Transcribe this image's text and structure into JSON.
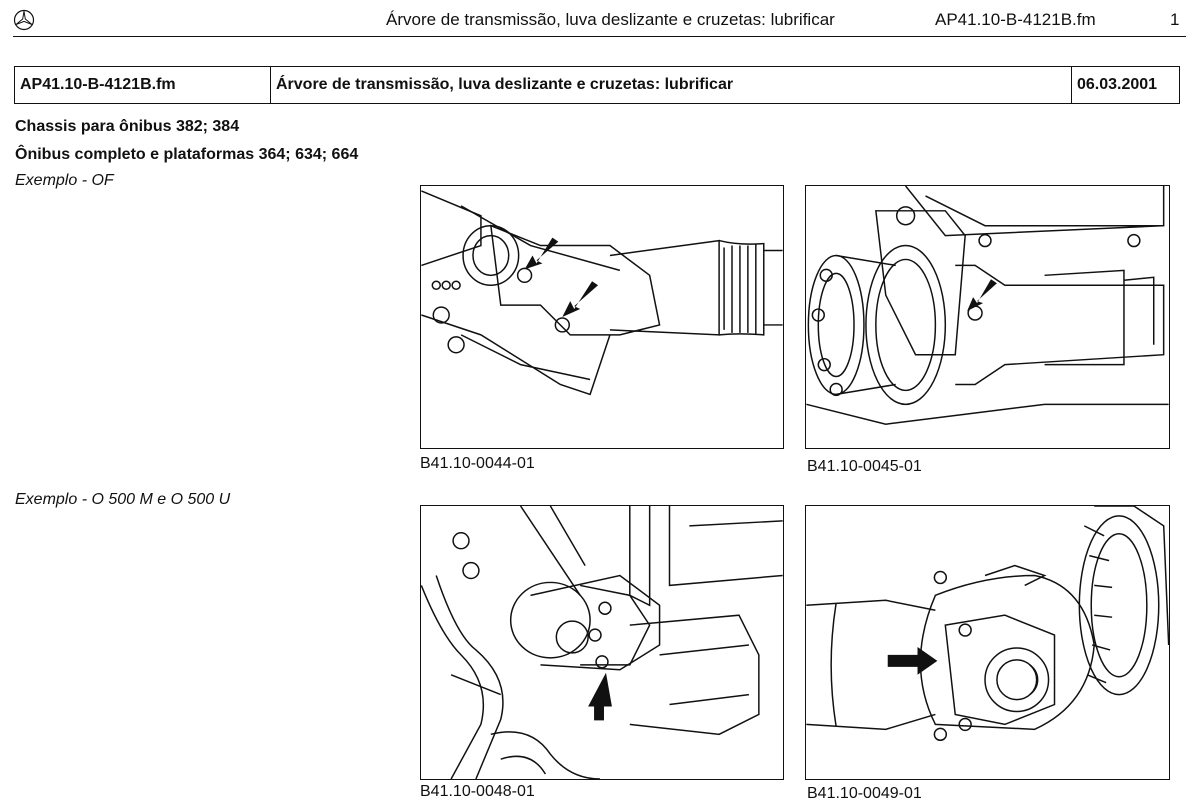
{
  "header": {
    "logo_icon": "mercedes-star-icon",
    "title": "Árvore de transmissão, luva deslizante e cruzetas: lubrificar",
    "code": "AP41.10-B-4121B.fm",
    "page": "1"
  },
  "meta_table": {
    "doc_code": "AP41.10-B-4121B.fm",
    "doc_title": "Árvore de transmissão, luva deslizante e cruzetas: lubrificar",
    "date": "06.03.2001"
  },
  "applicability": {
    "line1": "Chassis para ônibus 382; 384",
    "line2": "Ônibus completo e plataformas 364; 634; 664"
  },
  "sections": [
    {
      "label": "Exemplo - OF",
      "figures": [
        {
          "caption": "B41.10-0044-01"
        },
        {
          "caption": "B41.10-0045-01"
        }
      ]
    },
    {
      "label": "Exemplo - O 500 M e O 500 U",
      "figures": [
        {
          "caption": "B41.10-0048-01"
        },
        {
          "caption": "B41.10-0049-01"
        }
      ]
    }
  ]
}
